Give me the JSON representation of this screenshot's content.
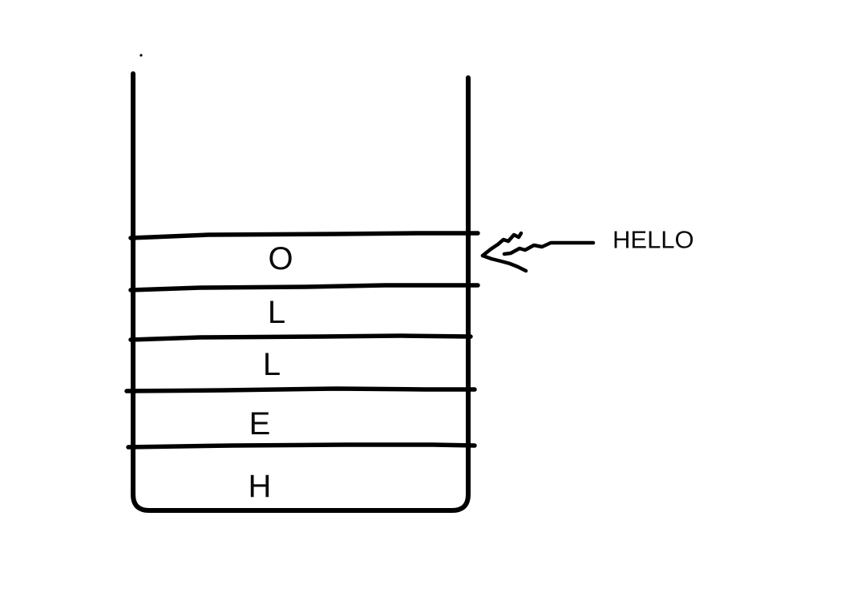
{
  "canvas": {
    "background": "#ffffff",
    "ink": "#000000"
  },
  "stack": {
    "items": [
      {
        "label": "O"
      },
      {
        "label": "L"
      },
      {
        "label": "L"
      },
      {
        "label": "E"
      },
      {
        "label": "H"
      }
    ]
  },
  "annotation": {
    "label": "HELLO"
  }
}
